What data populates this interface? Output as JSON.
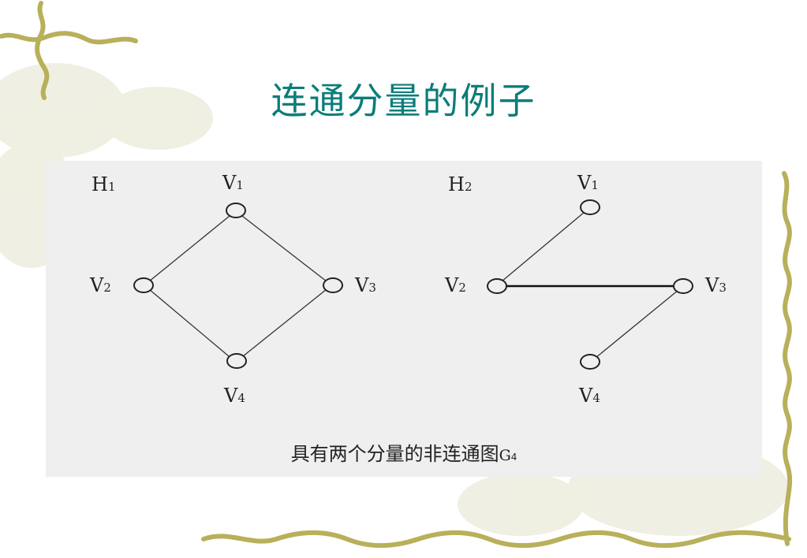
{
  "title": "连通分量的例子",
  "colors": {
    "title": "#0b7d79",
    "panel": "#efefef",
    "ink": "#222222",
    "vine": "#b8b05a"
  },
  "diagram": {
    "graphs": [
      {
        "name": "H",
        "name_sub": "1",
        "vertices": [
          {
            "id": "v1",
            "label": "V",
            "sub": "1"
          },
          {
            "id": "v2",
            "label": "V",
            "sub": "2"
          },
          {
            "id": "v3",
            "label": "V",
            "sub": "3"
          },
          {
            "id": "v4",
            "label": "V",
            "sub": "4"
          }
        ],
        "edges": [
          [
            "v1",
            "v2"
          ],
          [
            "v1",
            "v3"
          ],
          [
            "v2",
            "v4"
          ],
          [
            "v3",
            "v4"
          ]
        ]
      },
      {
        "name": "H",
        "name_sub": "2",
        "vertices": [
          {
            "id": "v1",
            "label": "V",
            "sub": "1"
          },
          {
            "id": "v2",
            "label": "V",
            "sub": "2"
          },
          {
            "id": "v3",
            "label": "V",
            "sub": "3"
          },
          {
            "id": "v4",
            "label": "V",
            "sub": "4"
          }
        ],
        "edges": [
          [
            "v1",
            "v2"
          ],
          [
            "v2",
            "v3"
          ],
          [
            "v3",
            "v4"
          ]
        ]
      }
    ],
    "caption": "具有两个分量的非连通图",
    "caption_symbol": "G",
    "caption_symbol_sub": "4"
  }
}
